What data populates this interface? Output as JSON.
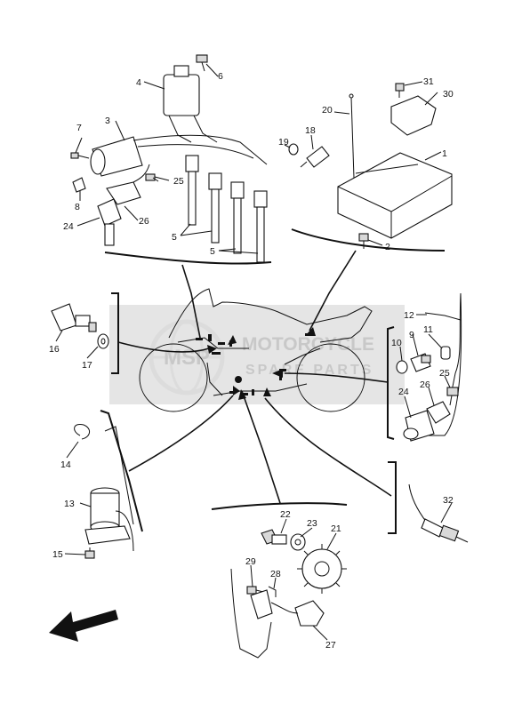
{
  "watermark": {
    "brand_line1": "MOTORCYCLE",
    "brand_line2": "SPARE PARTS",
    "logo_letters": "MSP"
  },
  "callouts": [
    "1",
    "2",
    "3",
    "4",
    "5",
    "5",
    "6",
    "7",
    "8",
    "9",
    "10",
    "11",
    "12",
    "13",
    "14",
    "15",
    "16",
    "17",
    "18",
    "19",
    "20",
    "21",
    "22",
    "23",
    "24",
    "24",
    "25",
    "25",
    "26",
    "26",
    "27",
    "28",
    "29",
    "30",
    "31",
    "32"
  ],
  "colors": {
    "line": "#111111",
    "watermark_box": "#c9c9c9",
    "watermark_text": "#c8c8c8"
  },
  "icons": [
    "direction-arrow-icon",
    "motorcycle-outline-icon",
    "msp-globe-logo-icon"
  ]
}
